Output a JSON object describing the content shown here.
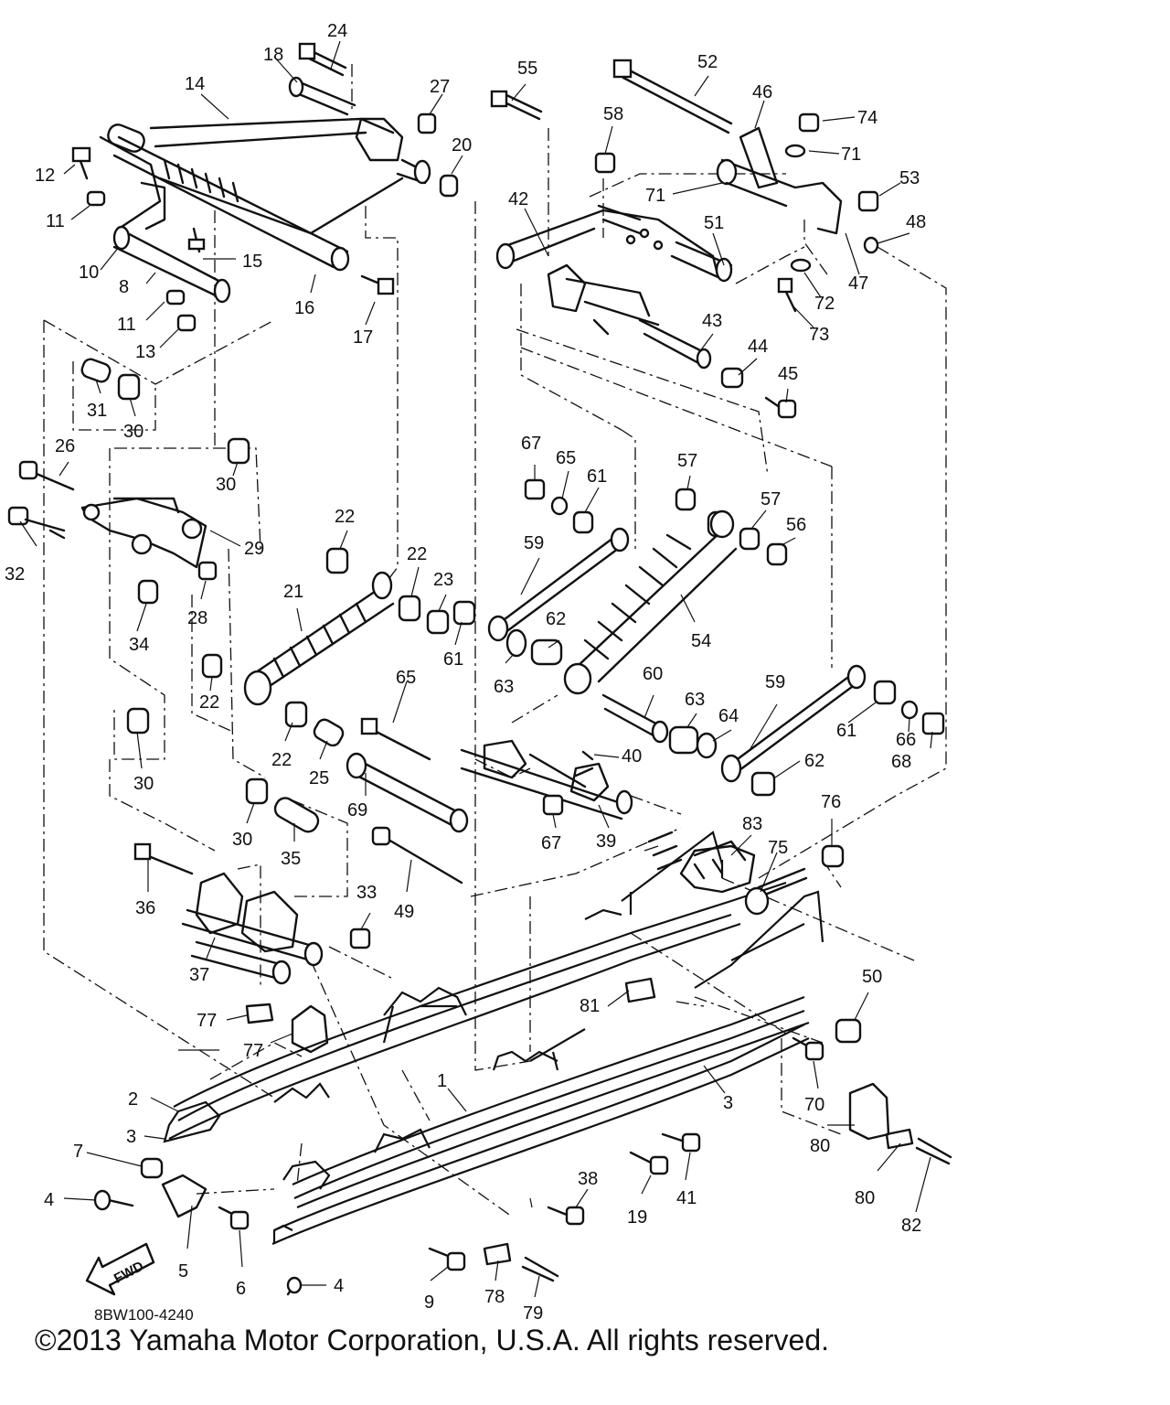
{
  "drawing_number": "8BW100-4240",
  "copyright": "©2013 Yamaha Motor Corporation, U.S.A. All rights reserved.",
  "fwd_label": "FWD",
  "callout_labels": [
    "1",
    "2",
    "3",
    "3",
    "4",
    "4",
    "5",
    "6",
    "7",
    "8",
    "9",
    "10",
    "11",
    "11",
    "12",
    "13",
    "14",
    "15",
    "16",
    "17",
    "18",
    "19",
    "20",
    "21",
    "22",
    "22",
    "22",
    "22",
    "23",
    "24",
    "25",
    "26",
    "27",
    "28",
    "29",
    "30",
    "30",
    "30",
    "30",
    "31",
    "32",
    "33",
    "34",
    "35",
    "36",
    "37",
    "38",
    "39",
    "40",
    "41",
    "42",
    "43",
    "44",
    "45",
    "46",
    "47",
    "48",
    "49",
    "50",
    "51",
    "52",
    "53",
    "54",
    "55",
    "56",
    "57",
    "57",
    "58",
    "59",
    "59",
    "60",
    "61",
    "61",
    "61",
    "62",
    "62",
    "63",
    "63",
    "64",
    "65",
    "65",
    "66",
    "67",
    "67",
    "68",
    "69",
    "70",
    "71",
    "71",
    "72",
    "73",
    "74",
    "75",
    "76",
    "77",
    "77",
    "78",
    "79",
    "80",
    "80",
    "81",
    "82",
    "83"
  ]
}
